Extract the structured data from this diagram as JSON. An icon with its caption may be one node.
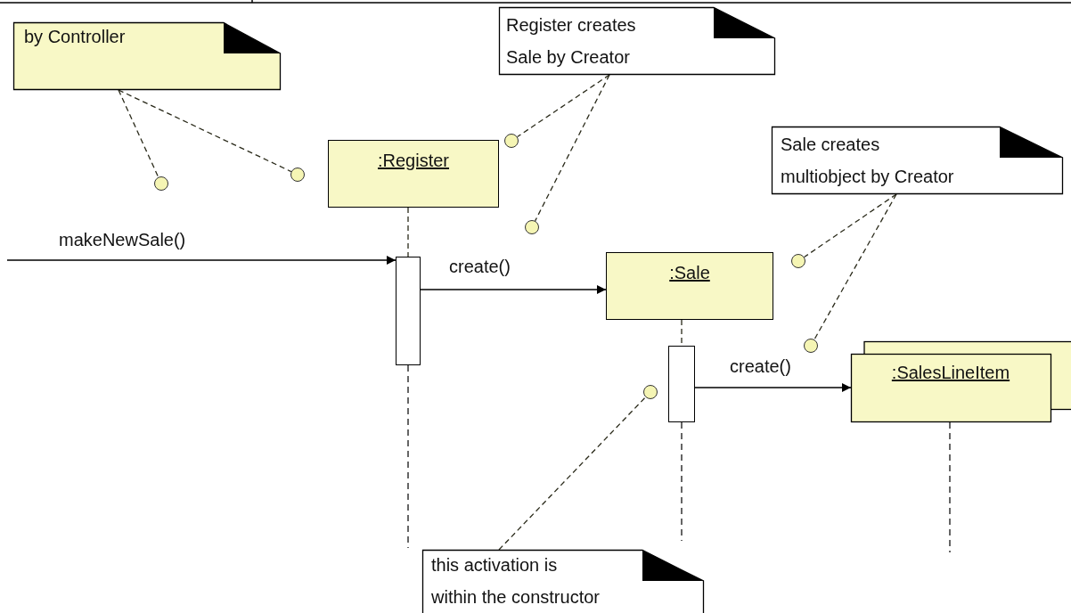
{
  "diagram": {
    "nodes": [
      {
        "text": [
          "by Controller"
        ]
      },
      {
        "text": [
          ":Register"
        ]
      },
      {
        "text": [
          "Register creates Sale by Creator"
        ]
      },
      {
        "text": [
          ":Sale"
        ]
      },
      {
        "text": [
          "Sale creates multiobject by Creator"
        ]
      },
      {
        "text": [
          ":SalesLineItem"
        ]
      },
      {
        "text": [],
        "shape": "bar"
      },
      {
        "text": [],
        "shape": "bar"
      },
      {
        "text": [
          "this activation is within the constructor"
        ]
      },
      {
        "text": [],
        "shape": "circle"
      },
      {
        "text": [],
        "shape": "circle"
      },
      {
        "text": [],
        "shape": "circle"
      },
      {
        "text": [],
        "shape": "circle"
      },
      {
        "text": [],
        "shape": "circle"
      },
      {
        "text": [],
        "shape": "circle"
      },
      {
        "text": [],
        "shape": "circle"
      }
    ],
    "edges": [
      {
        "from": null,
        "to": 6,
        "arrow": "to",
        "label": "makeNewSale()"
      },
      {
        "from": 6,
        "to": 3,
        "arrow": "to",
        "label": "create()"
      },
      {
        "from": 7,
        "to": 5,
        "arrow": "to",
        "label": "create()"
      },
      {
        "from": 0,
        "to": 9,
        "arrow": "none",
        "style": "dashed"
      },
      {
        "from": 0,
        "to": 10,
        "arrow": "none",
        "style": "dashed"
      },
      {
        "from": 2,
        "to": 11,
        "arrow": "none",
        "style": "dashed"
      },
      {
        "from": 2,
        "to": 12,
        "arrow": "none",
        "style": "dashed"
      },
      {
        "from": 8,
        "to": 13,
        "arrow": "none",
        "style": "dashed"
      },
      {
        "from": 4,
        "to": 14,
        "arrow": "none",
        "style": "dashed"
      },
      {
        "from": 4,
        "to": 15,
        "arrow": "none",
        "style": "dashed"
      },
      {
        "from": 1,
        "to": 6,
        "arrow": "none",
        "style": "dashed"
      },
      {
        "from": 3,
        "to": 7,
        "arrow": "none",
        "style": "dashed"
      }
    ]
  }
}
